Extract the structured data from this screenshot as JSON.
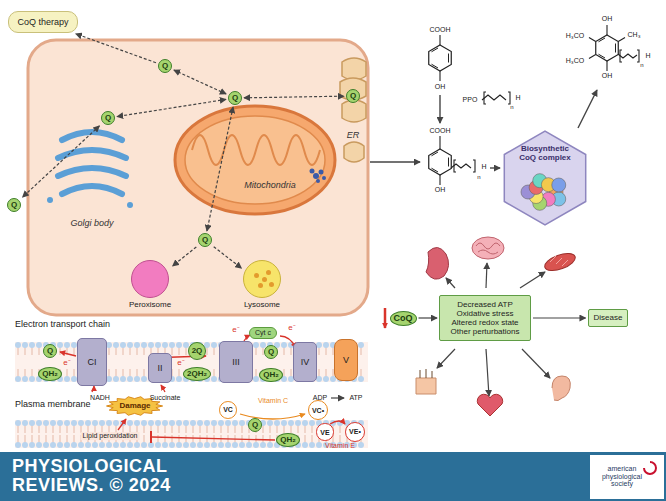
{
  "diagram": {
    "nodes": [
      {
        "text": [
          "CoQ therapy"
        ]
      },
      {
        "text": [
          "Q"
        ]
      },
      {
        "text": [
          "Q"
        ]
      },
      {
        "text": [
          "Q"
        ]
      },
      {
        "text": [
          "Q"
        ]
      },
      {
        "text": [
          "Q"
        ]
      },
      {
        "text": [
          "Q"
        ]
      },
      {
        "text": [
          "Peroxisome"
        ]
      },
      {
        "text": [
          "Lysosome"
        ]
      },
      {
        "text": [
          "Biosynthetic CoQ complex"
        ]
      },
      {
        "text": [
          "CI"
        ]
      },
      {
        "text": [
          "II"
        ]
      },
      {
        "text": [
          "III"
        ]
      },
      {
        "text": [
          "IV"
        ]
      },
      {
        "text": [
          "V"
        ]
      },
      {
        "text": [
          "Cyt c"
        ]
      },
      {
        "text": [
          "Q"
        ]
      },
      {
        "text": [
          "QH₂"
        ]
      },
      {
        "text": [
          "2Q"
        ]
      },
      {
        "text": [
          "2QH₂"
        ]
      },
      {
        "text": [
          "Q"
        ]
      },
      {
        "text": [
          "QH₂"
        ]
      },
      {
        "text": [
          "CoQ"
        ]
      },
      {
        "text": [
          "Decreased ATP Oxidative stress Altered redox state Other perturbations"
        ]
      },
      {
        "text": [
          "Disease"
        ]
      },
      {
        "text": [
          "Damage"
        ]
      },
      {
        "text": [
          "VC"
        ]
      },
      {
        "text": [
          "VC•"
        ]
      },
      {
        "text": [
          "VE"
        ]
      },
      {
        "text": [
          "VE•"
        ]
      },
      {
        "text": [
          "Q"
        ]
      },
      {
        "text": [
          "QH₂"
        ]
      }
    ],
    "edges": [
      {
        "from": 1,
        "to": 0,
        "arrow": "to"
      },
      {
        "from": 2,
        "to": 1,
        "arrow": "both"
      },
      {
        "from": 2,
        "to": 3,
        "arrow": "both"
      },
      {
        "from": 2,
        "to": 4,
        "arrow": "both"
      },
      {
        "from": 4,
        "to": 5,
        "arrow": "both"
      },
      {
        "from": 2,
        "to": 6,
        "arrow": "both"
      },
      {
        "from": 6,
        "to": 7,
        "arrow": "to"
      },
      {
        "from": 6,
        "to": 8,
        "arrow": "to"
      },
      {
        "from": 22,
        "to": 23,
        "arrow": "to"
      },
      {
        "from": 23,
        "to": 24,
        "arrow": "to"
      }
    ],
    "labels": [
      "Mitochondria",
      "ER",
      "Golgi body",
      "COOH",
      "OH",
      "PPO",
      "n",
      "H",
      "COOH",
      "OH",
      "n",
      "H",
      "OH",
      "H₃CO",
      "H₃CO",
      "CH₃",
      "OH",
      "n",
      "H",
      "Electron transport chain",
      "e⁻",
      "NADH",
      "e⁻",
      "Succinate",
      "e⁻",
      "e⁻",
      "ADP",
      "ATP",
      "Plasma membrane",
      "Lipid peroxidation",
      "Vitamin C",
      "Vitamin E",
      "PHYSIOLOGICAL REVIEWS. © 2024",
      "american physiological society"
    ]
  }
}
